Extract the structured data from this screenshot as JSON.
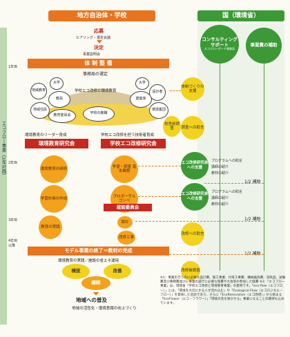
{
  "left_header": "地方自治体・学校",
  "right_header": "国（環境省）",
  "steps": {
    "s1": "応募",
    "s1_sub": "ヒアリング・選定会議",
    "s2": "決定",
    "s2_sub": "事業説明会"
  },
  "sidebar": {
    "label": "エコフロー事業（3年計画）",
    "y1": "1年目",
    "y2": "2年目",
    "y3": "3年目",
    "y4": "4年目以降"
  },
  "taisei": "体 制 整 備",
  "jimukyoku": "事務局の選定",
  "stakeholders": {
    "chiiki_kyouiku": "地域教育",
    "daigaku1": "大学",
    "school_pair": "学校エコ改修と環境教育",
    "kyouin": "教員",
    "chiiki_juumin": "地域住民",
    "daigaku2": "大学",
    "kenchiku": "建築家",
    "sekkei": "設計者",
    "kankyou_shuudan": "環境集団",
    "kyouiku_i": "教育委員会",
    "kyouiku_gakkou": "学校の教職"
  },
  "leader_label": "環境教育のリーダー育成",
  "tech_label": "学校エコ改修を担う技術者育成",
  "box_a": "環境教育研究会",
  "box_b": "学校エコ改修研究会",
  "orange_circles": {
    "a1": "環境教育の研修",
    "a2": "学習計画の作成",
    "a3": "教育の実践",
    "b1": "学習・調査 基本構想",
    "b2": "プロポーザル コンペ",
    "b3": "設計",
    "b4": "改修工事"
  },
  "kensetsu_iinkai": "建設委員会",
  "yellow_left": {
    "chousa": "校舎前調査"
  },
  "yellow_right": {
    "taisei": "体制づくりの支援",
    "chousa_jogen": "調査への助言",
    "kaishu_jogen": "改修への助言",
    "chousa_go": "改修後調査"
  },
  "green_circles": {
    "consult": "コンサルティング サポート",
    "consult_sub": "エコフローボード事務局",
    "hojo": "事業費の補助",
    "eco1": "エコ改修研究会への支援",
    "eco2": "エコ改修研究会への支援"
  },
  "support_list_1": [
    "プログラムへの助言",
    "講師の紹介",
    "教材の紹介"
  ],
  "support_list_2": [
    "プログラムへの助言",
    "講師の紹介",
    "教材の紹介"
  ],
  "hojo_labels": [
    "1/2 補助",
    "1/2 補助",
    "1/2 補助"
  ],
  "model_bar": "モデル事業の終了＝教材の完成",
  "kankyou_kyouiku_jissen": "環境教育の実践／施設の省エネ運用",
  "kensho": "検証",
  "kaizen": "改善",
  "keizoku": "継続",
  "fukyuu": "地域への普及",
  "fukyuu_sub": "地域の活性化・環境意識の向上づくり",
  "footnote": "※1：事業を行うのに必要な設計費、施工事業、付帯工事費、機械器具費、消耗品、試験費及び事務費並びに事業の遂行に必要な旅費や大会等の参加した経費 ※2：「エコフロー事業」は、環境省「学校エコ改修と環境教育事業」の愛称です。「eco-flow（エコフロー）」とは、「環境を大切にする人が流れ込む」や「Ecological Flow（エコロジカル・フロー）」を意味した造語であり、さらに「EcoRenovation（エコ改修）」から始まる「EcoFlower（エコ・フラワー）」「環境の花を咲かせる」事業になることの期待も込めています。",
  "colors": {
    "orange": "#e9741c",
    "red": "#c8281e",
    "green": "#3b9a35",
    "yellow": "#f2d21b"
  }
}
